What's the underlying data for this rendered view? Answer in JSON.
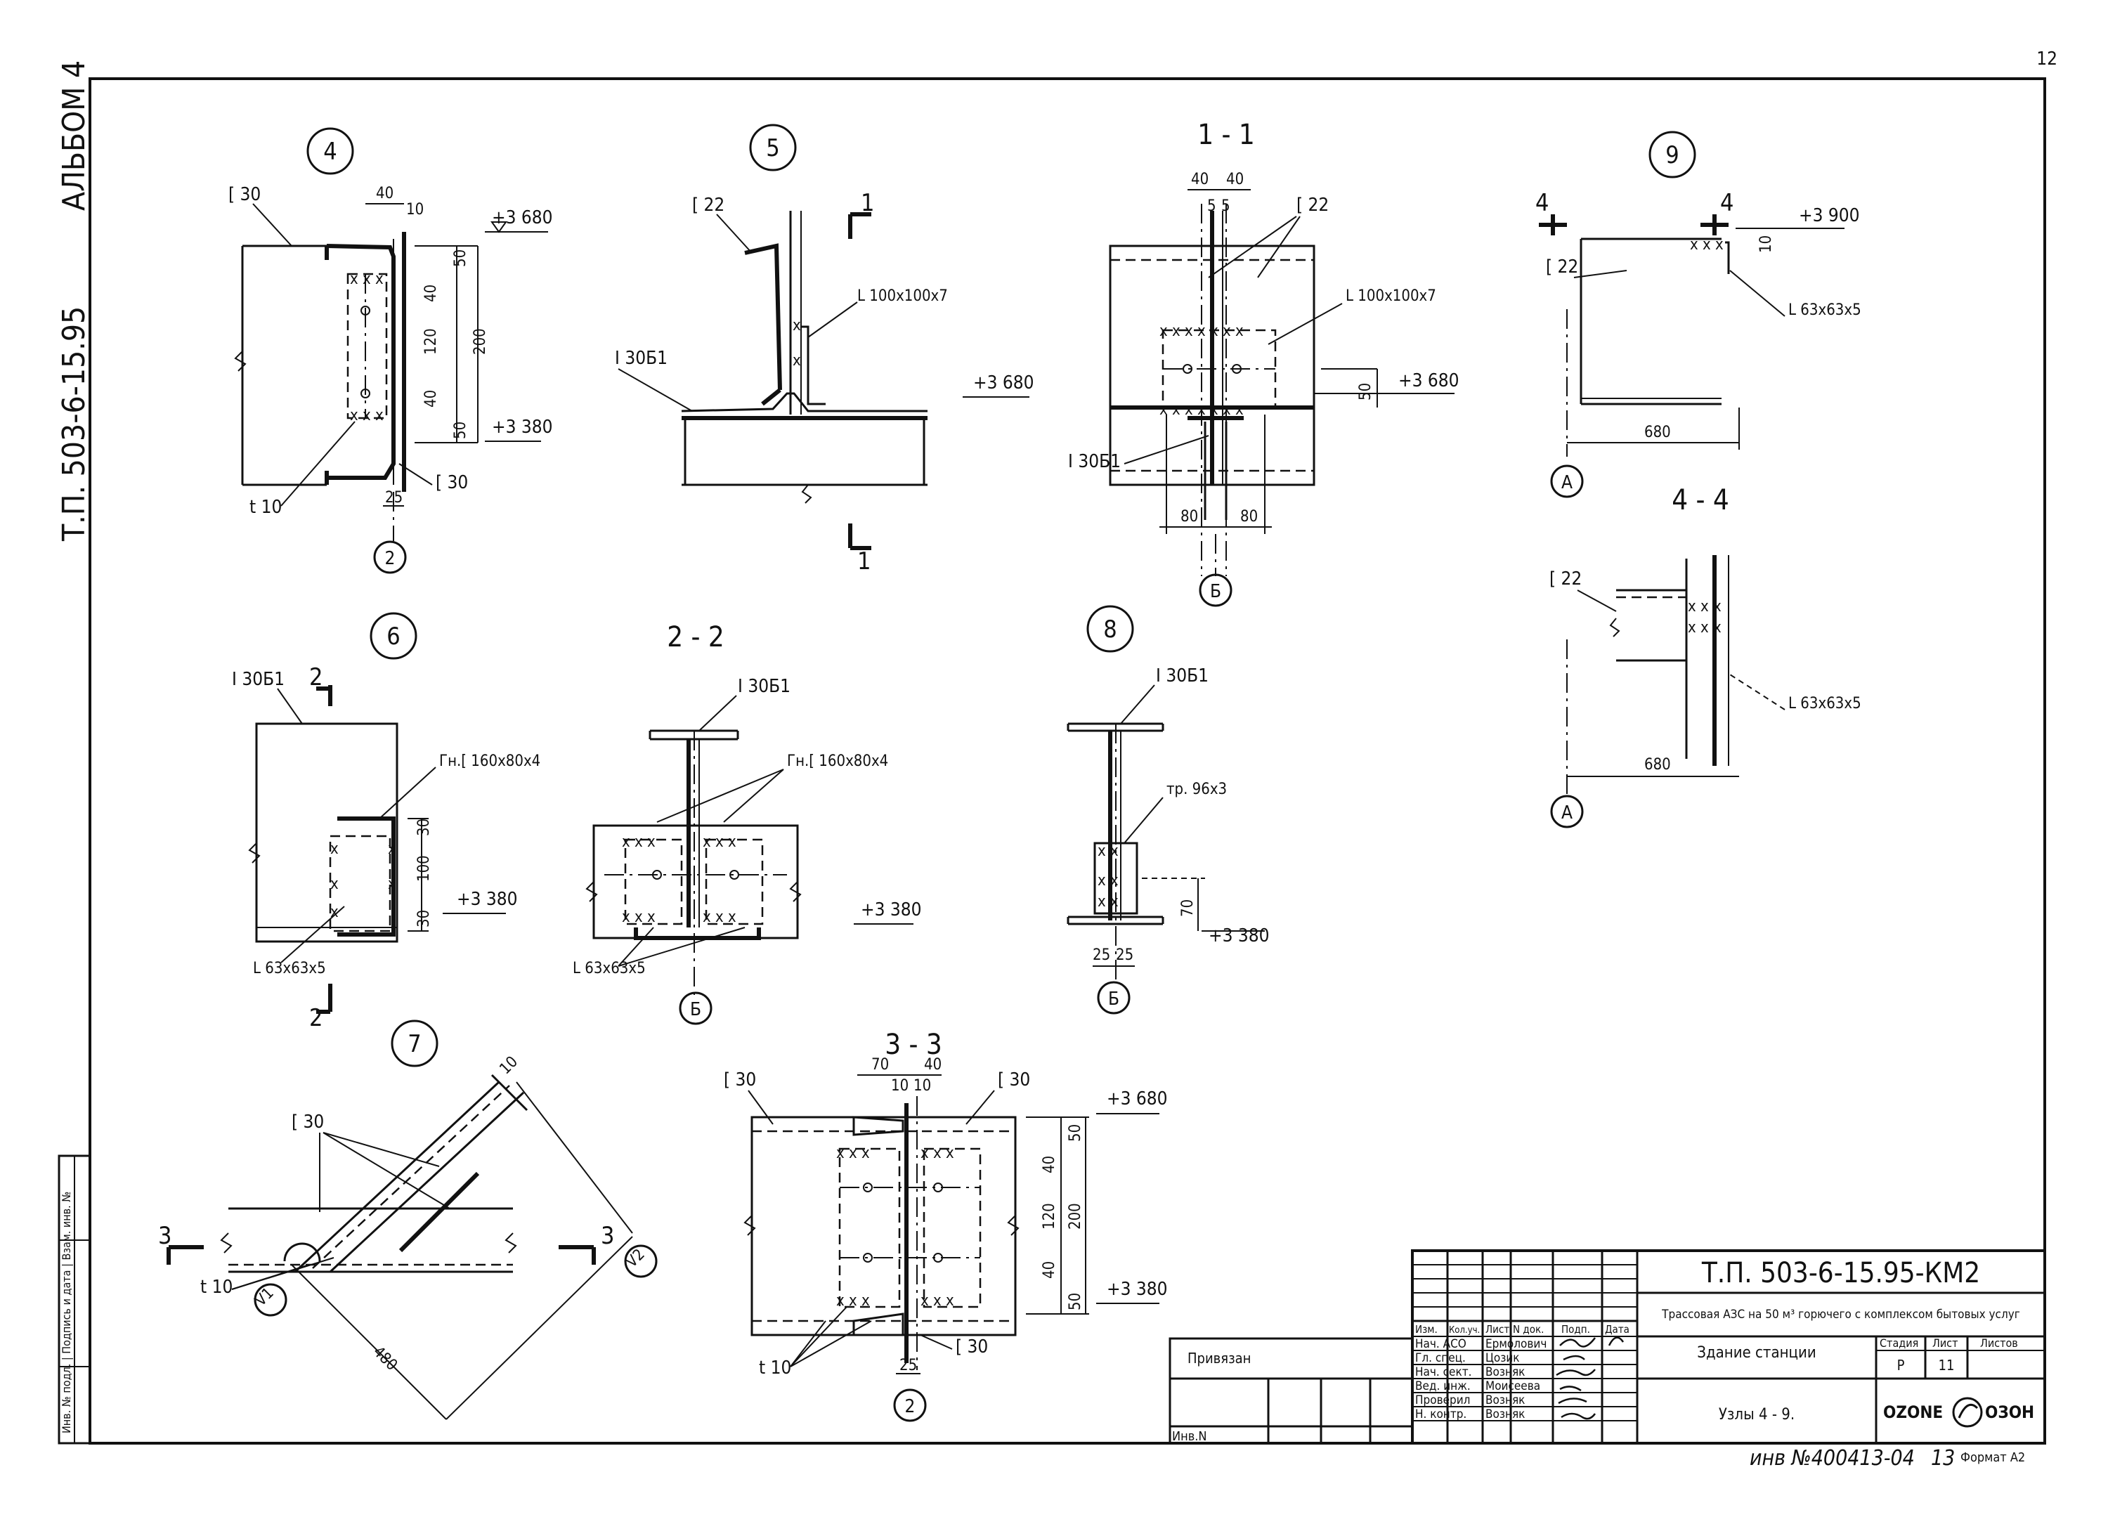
{
  "page_number": "12",
  "album": "АЛЬБОМ 4",
  "doc_code_vertical": "Т.П. 503-6-15.95",
  "stamp_side_text": "Инв. № подл. | Подпись и дата | Взам. инв. №",
  "nodes": {
    "n4": "4",
    "n5": "5",
    "n6": "6",
    "n7": "7",
    "n8": "8",
    "n9": "9",
    "s11": "1 - 1",
    "s22": "2 - 2",
    "s33": "3 - 3",
    "s44": "4 - 4"
  },
  "labels": {
    "c30": "[ 30",
    "c22": "[ 22",
    "i30b1": "I 30Б1",
    "angle100": "L 100x100x7",
    "angle63": "L 63x63x5",
    "gn160": "Гн.[ 160x80x4",
    "pipe": "тр. 96x3",
    "t10": "t 10",
    "axis2": "2",
    "axisB": "Б",
    "axisA": "А",
    "axisV1": "V1",
    "axisV2": "V2",
    "cut1": "1",
    "cut2": "2",
    "cut3": "3",
    "cut4": "4"
  },
  "levels": {
    "p3680": "+3 680",
    "p3380": "+3 380",
    "p3900": "+3 900"
  },
  "dims": {
    "d40": "40",
    "d10": "10",
    "d50": "50",
    "d120": "120",
    "d200": "200",
    "d25": "25",
    "d5": "5",
    "d80": "80",
    "d680": "680",
    "d30": "30",
    "d100": "100",
    "d70": "70",
    "d480": "480"
  },
  "title_block": {
    "doc_number": "Т.П. 503-6-15.95-КМ2",
    "project": "Трассовая АЗС на 50 м³ горючего с комплексом бытовых услуг",
    "building": "Здание станции",
    "sheet_title": "Узлы 4 - 9.",
    "stage_h": "Стадия",
    "sheet_h": "Лист",
    "sheets_h": "Листов",
    "stage": "Р",
    "sheet": "11",
    "privyazan": "Привязан",
    "inv_n": "Инв.N",
    "header": [
      "Изм.",
      "Кол.уч.",
      "Лист",
      "N док.",
      "Подп.",
      "Дата"
    ],
    "roles": [
      {
        "role": "Нач. АСО",
        "name": "Ермолович"
      },
      {
        "role": "Гл. спец.",
        "name": "Цозик"
      },
      {
        "role": "Нач. сект.",
        "name": "Возняк"
      },
      {
        "role": "Вед. инж.",
        "name": "Моисеева"
      },
      {
        "role": "Проверил",
        "name": "Возняк"
      },
      {
        "role": "Н. контр.",
        "name": "Возняк"
      }
    ],
    "logo_left": "OZONE",
    "logo_right": "ОЗОН",
    "inv_handwritten": "инв №400413-04",
    "copy_n": "13",
    "format": "Формат А2"
  }
}
